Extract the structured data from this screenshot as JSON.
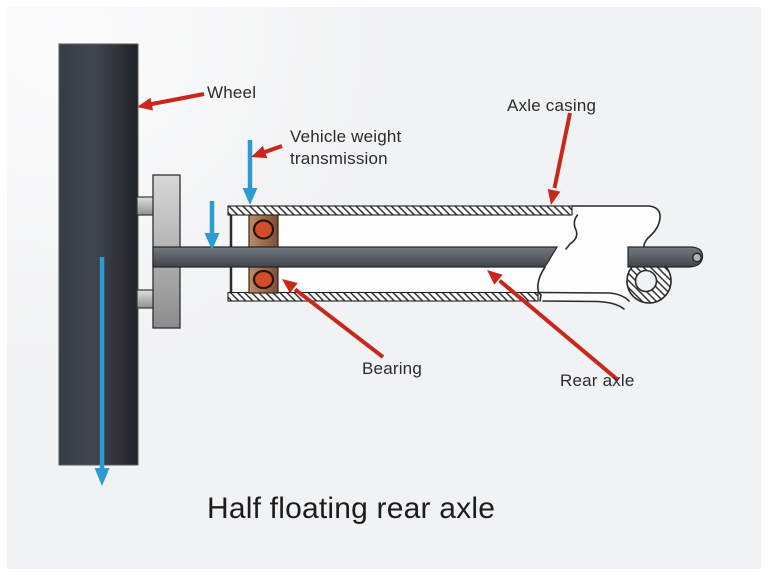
{
  "title": {
    "text": "Half floating rear axle"
  },
  "labels": {
    "wheel": "Wheel",
    "axle_casing": "Axle casing",
    "vehicle_weight_line1": "Vehicle weight",
    "vehicle_weight_line2": "transmission",
    "bearing": "Bearing",
    "rear_axle": "Rear axle"
  },
  "colors": {
    "background": "#f1f2f3",
    "arrow_red": "#c8271b",
    "arrow_blue": "#2e9ad2",
    "wheel_fill": "#34383f",
    "hub_flange_fill": "#c2c2c2",
    "axle_shaft_fill": "#5a6066",
    "bearing_block_fill": "#a0714f",
    "bearing_roller_fill": "#d04e2c",
    "outline": "#2b2b2b",
    "label_text": "#2b2b2b",
    "title_text": "#1c1c1c"
  }
}
